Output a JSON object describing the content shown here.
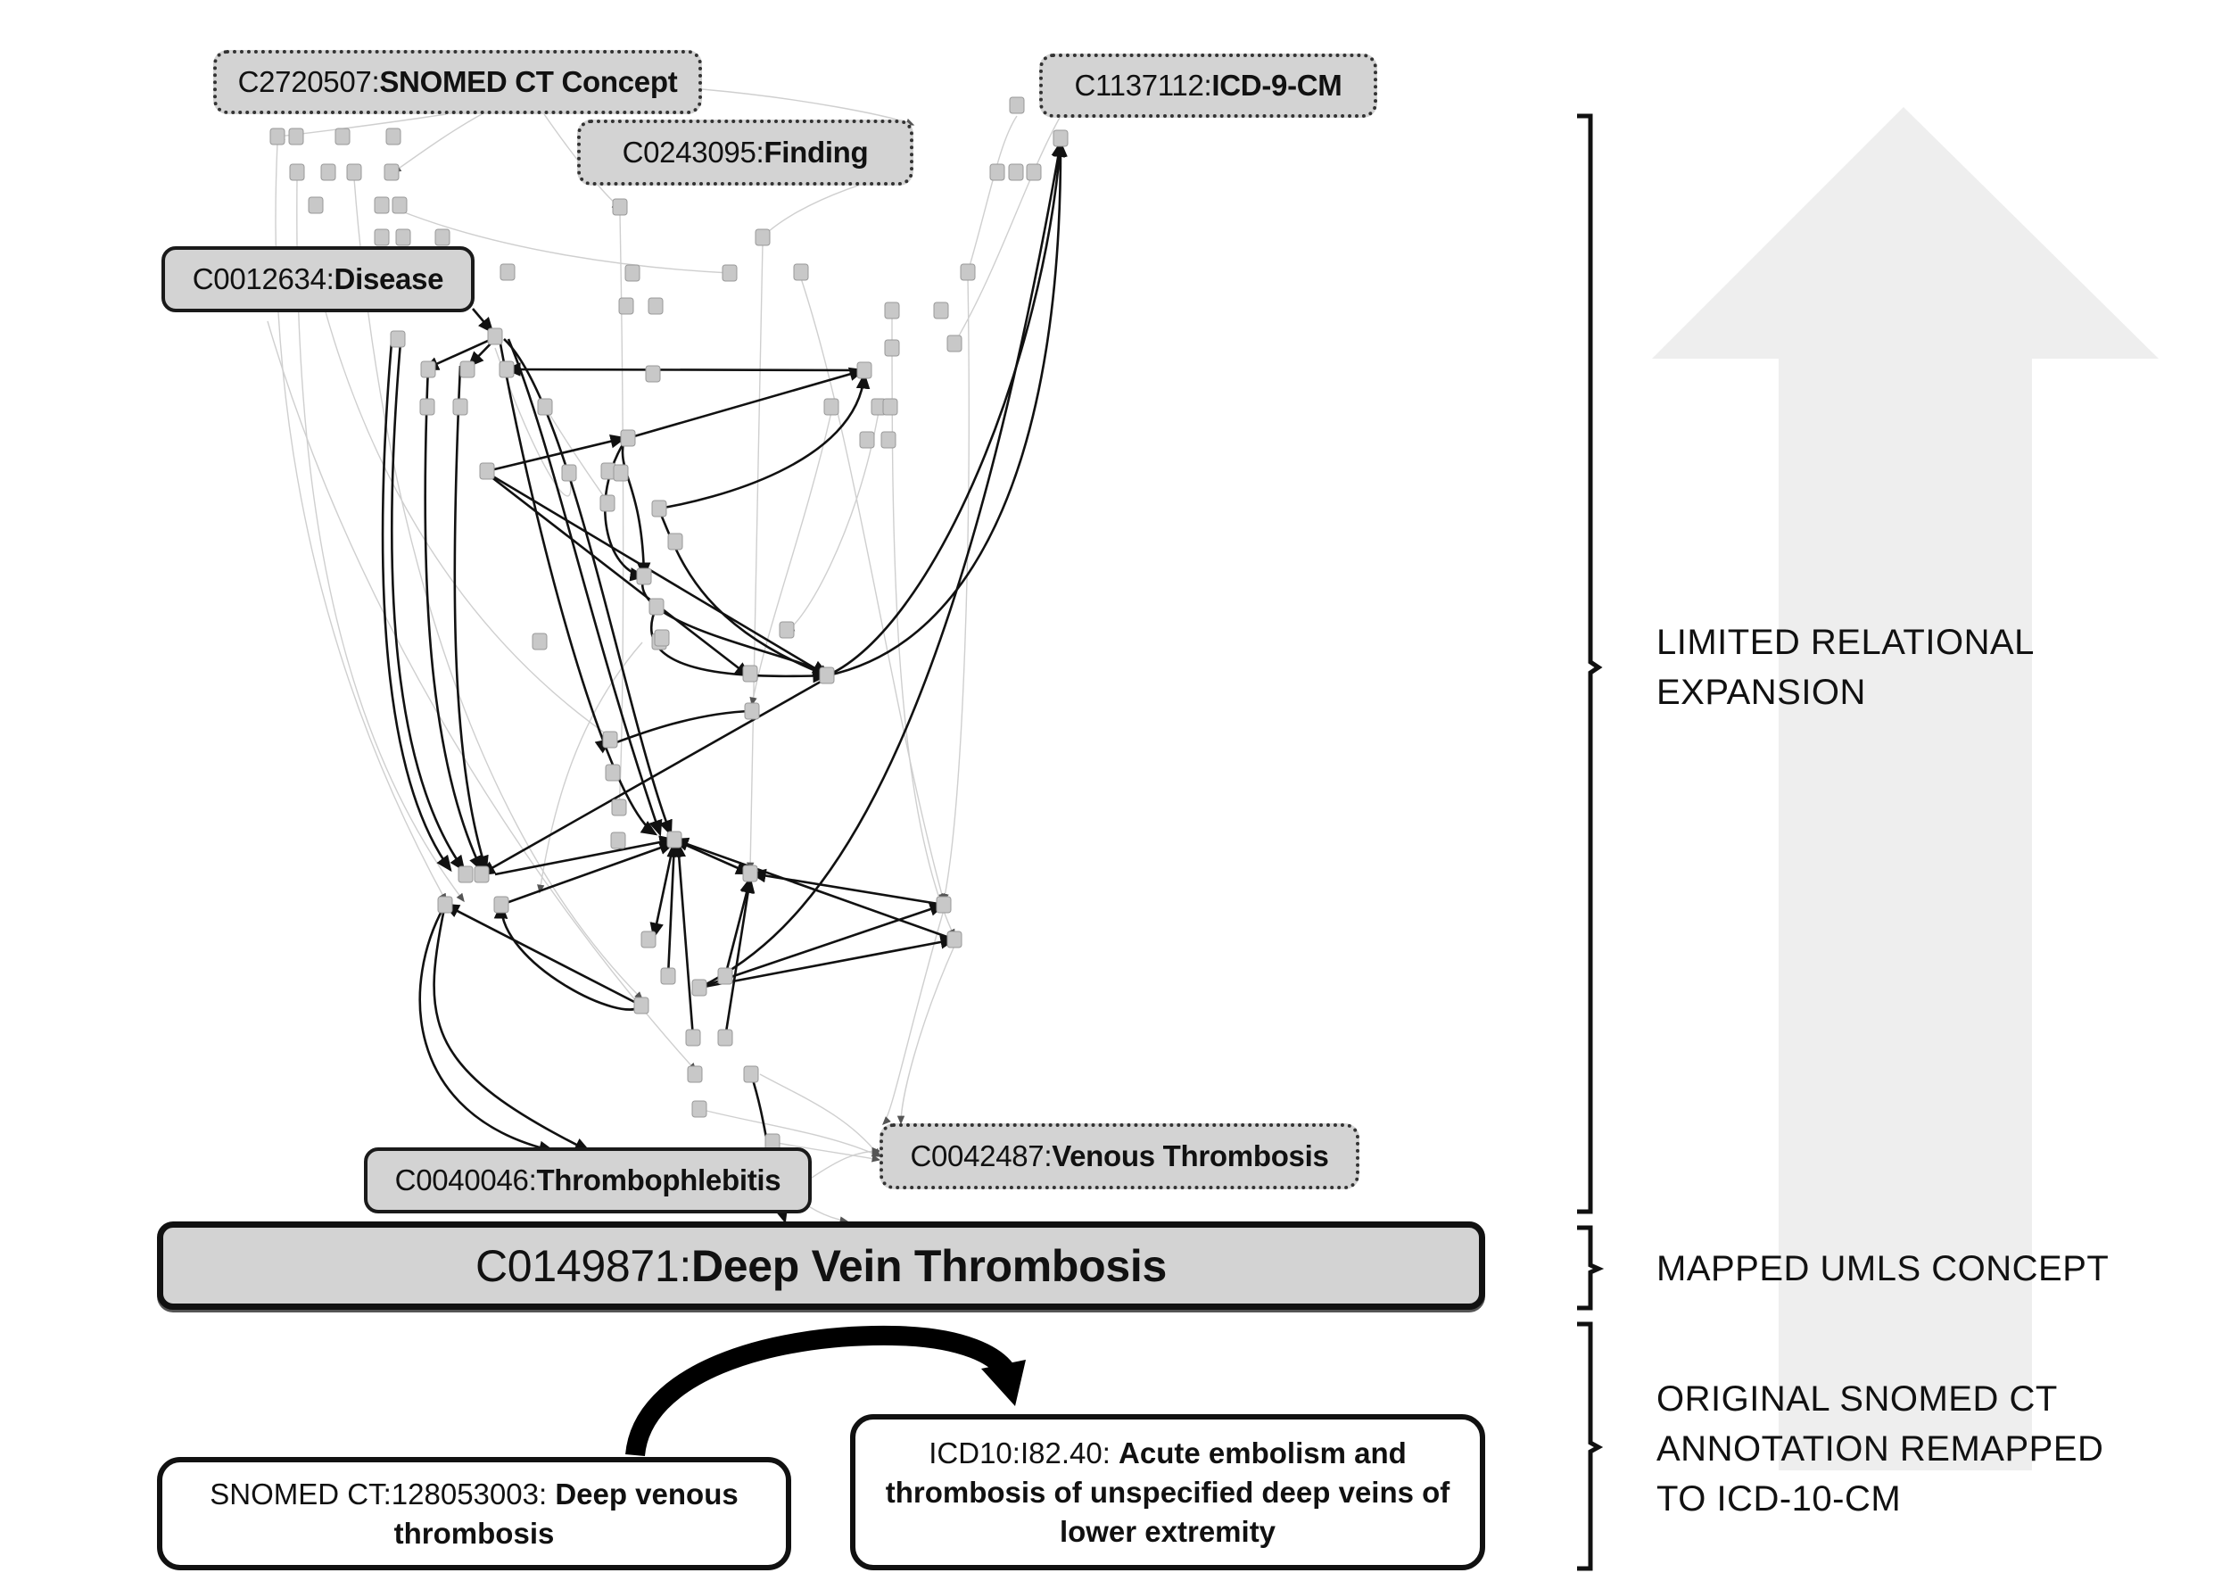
{
  "diagram": {
    "background_arrow": {
      "direction": "up",
      "color": "#eeeeee"
    },
    "graph": {
      "node_color": "#c8c8c8",
      "strong_edge_color": "#111111",
      "weak_edge_color": "#cfcfcf"
    },
    "concepts": {
      "snomed_ct_concept": {
        "cui": "C2720507: ",
        "name": "SNOMED CT Concept",
        "border": "dotted"
      },
      "icd9cm": {
        "cui": "C1137112: ",
        "name": "ICD-9-CM",
        "border": "dotted"
      },
      "finding": {
        "cui": "C0243095: ",
        "name": "Finding",
        "border": "dotted"
      },
      "disease": {
        "cui": "C0012634: ",
        "name": "Disease",
        "border": "solid"
      },
      "thrombophlebitis": {
        "cui": "C0040046: ",
        "name": "Thrombophlebitis",
        "border": "solid"
      },
      "venous_thrombosis": {
        "cui": "C0042487: ",
        "name": "Venous Thrombosis",
        "border": "dotted"
      }
    },
    "mapped_concept": {
      "cui": "C0149871: ",
      "name": "Deep Vein Thrombosis"
    },
    "source_annotation": {
      "code": "SNOMED CT:128053003: ",
      "name": "Deep venous thrombosis"
    },
    "target_annotation": {
      "code": "ICD10:I82.40: ",
      "name": "Acute embolism and thrombosis of unspecified deep veins of lower extremity"
    },
    "remap_arrow": {
      "from": "SNOMED CT:128053003",
      "to": "ICD10:I82.40"
    },
    "sections": [
      {
        "label_line1": "LIMITED RELATIONAL",
        "label_line2": "EXPANSION"
      },
      {
        "label_line1": "MAPPED UMLS CONCEPT"
      },
      {
        "label_line1": "ORIGINAL SNOMED CT",
        "label_line2": "ANNOTATION REMAPPED",
        "label_line3": "TO ICD-10-CM"
      }
    ]
  }
}
